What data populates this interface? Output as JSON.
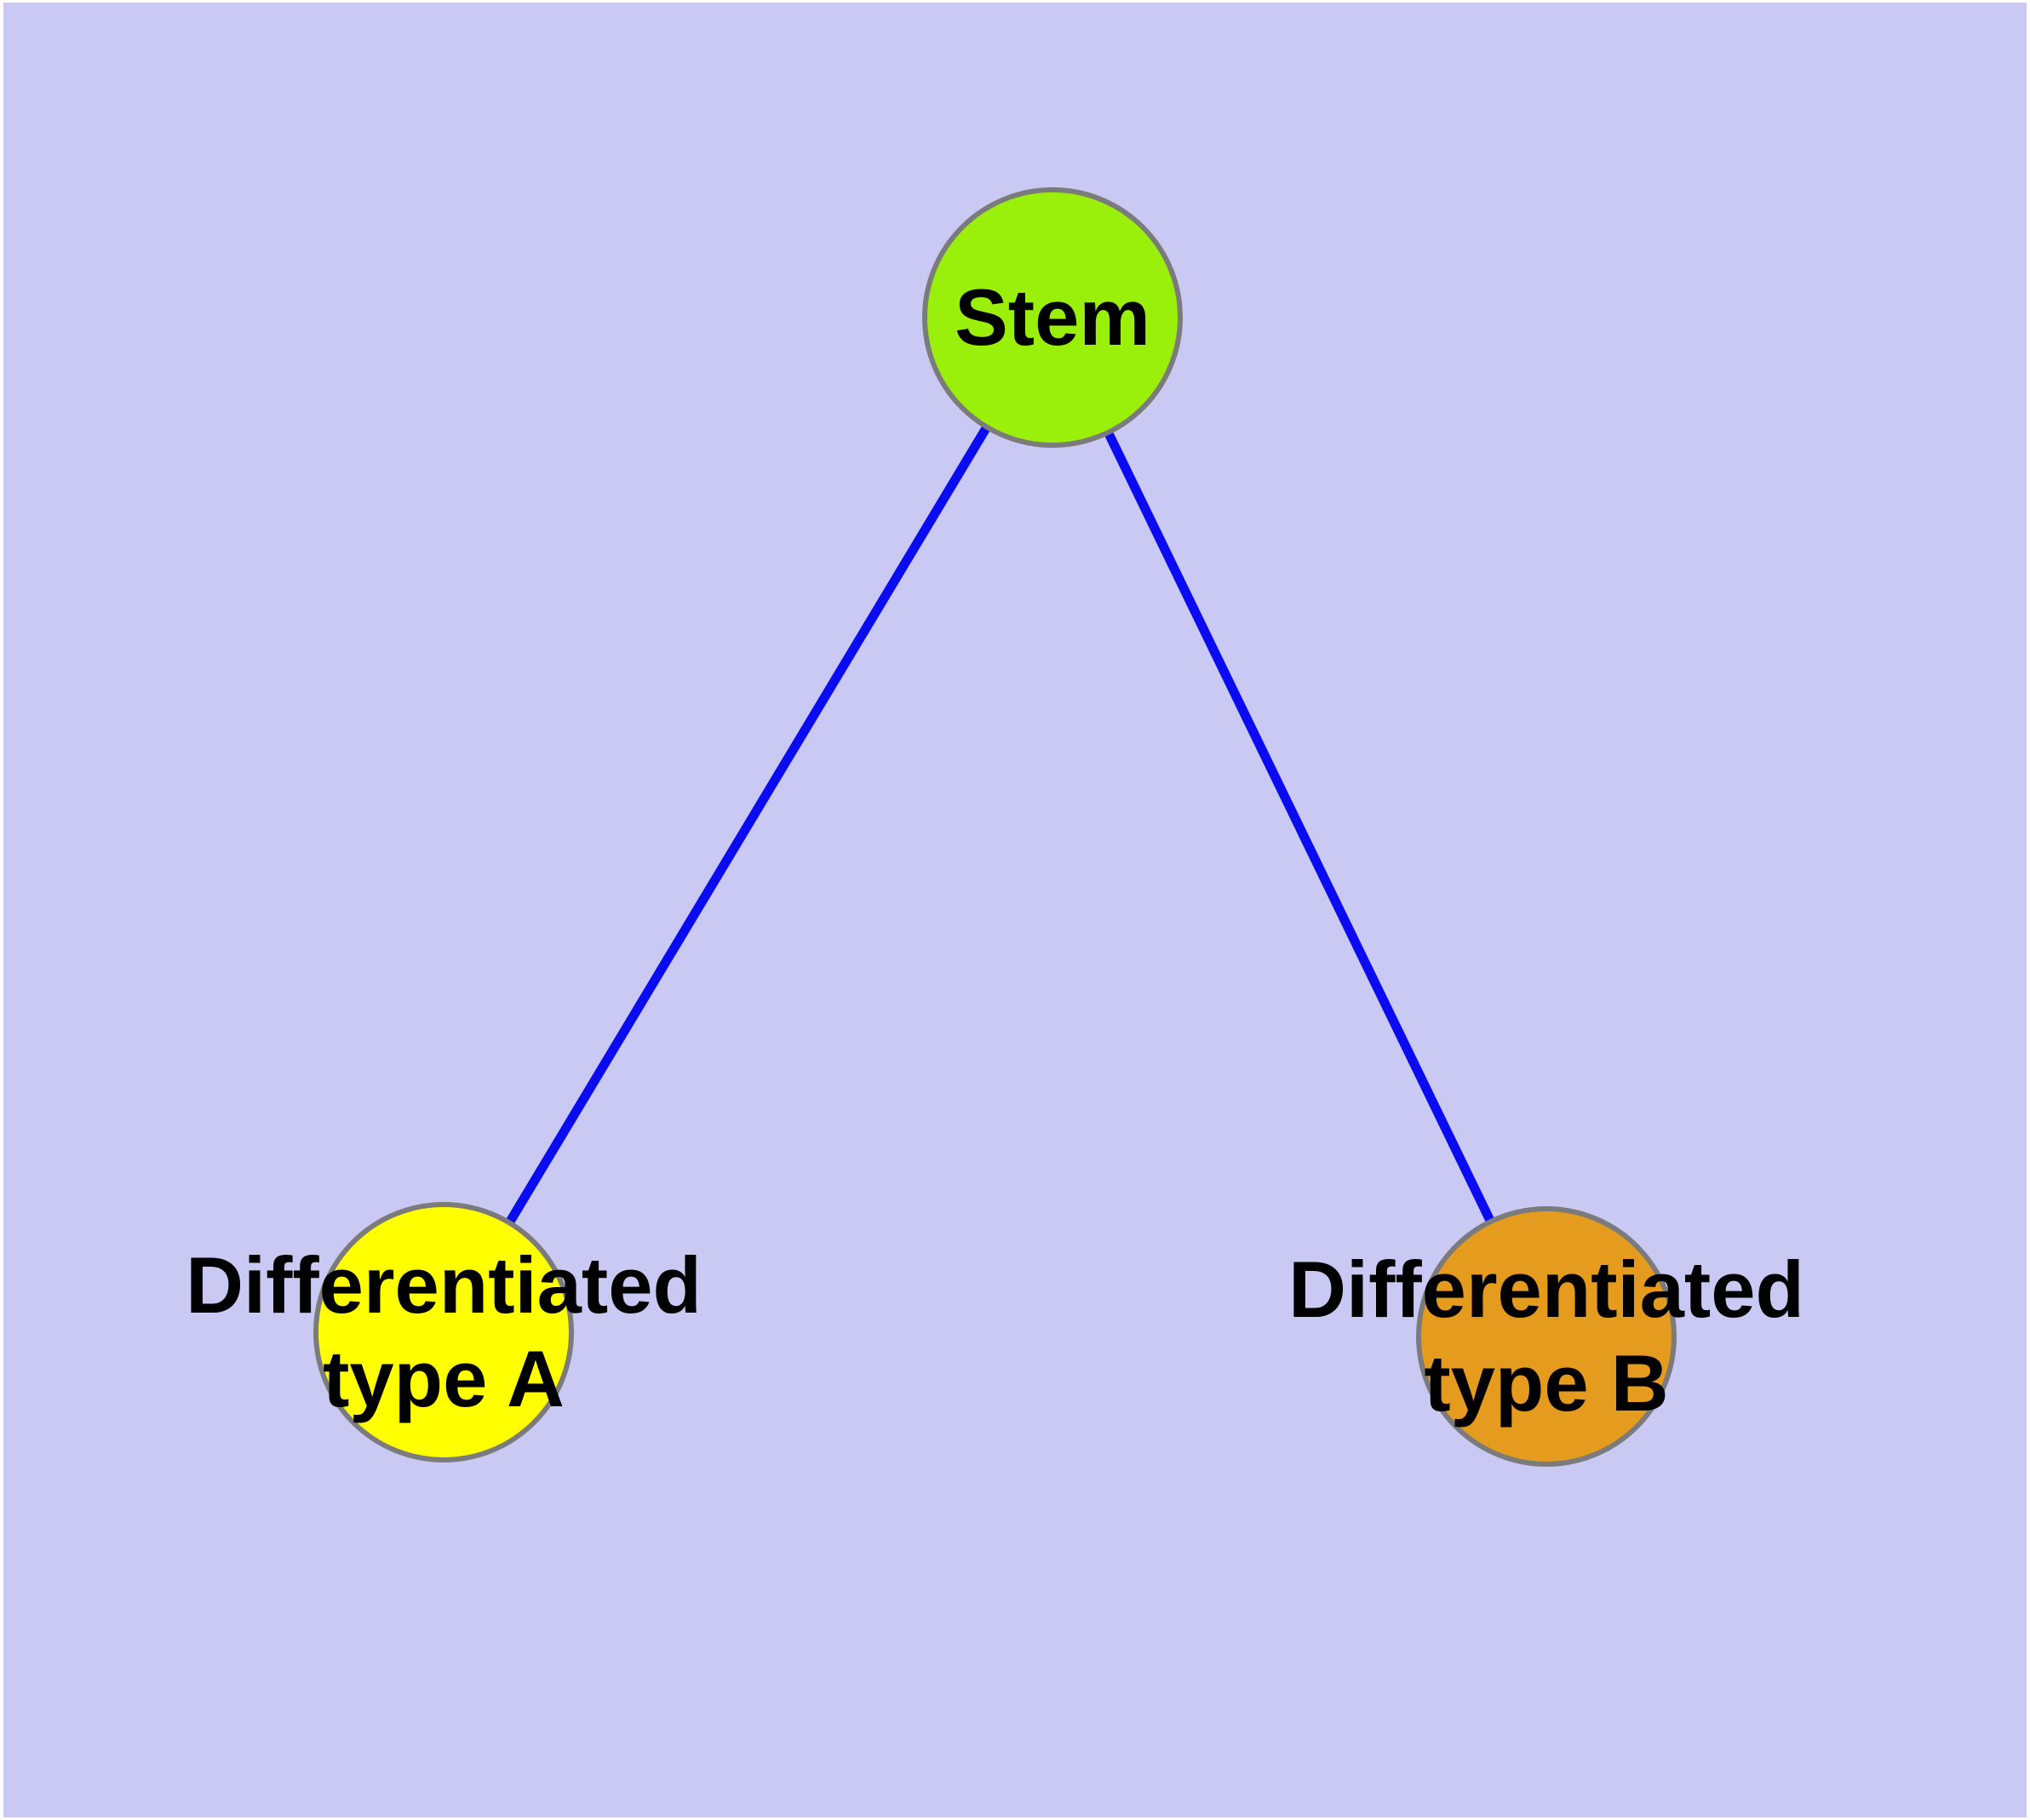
{
  "figure": {
    "description_title": "Stem cell differentiation diagram",
    "type": "node-link-graph"
  },
  "colors": {
    "page_background": "#FFFFFF",
    "canvas_background": "#C9C9F4",
    "edge": "#0B0BF2",
    "node_border": "#7B7B7B",
    "label_text": "#000000",
    "stem_fill": "#9AF00A",
    "type_a_fill": "#FFFF00",
    "type_b_fill": "#E59B1E"
  },
  "nodes": {
    "stem": {
      "label": "Stem",
      "fill": "#9AF00A"
    },
    "type_a": {
      "label_line1": "Differentiated",
      "label_line2": "type A",
      "fill": "#FFFF00"
    },
    "type_b": {
      "label_line1": "Differentiated",
      "label_line2": "type B",
      "fill": "#E59B1E"
    }
  },
  "edges": [
    {
      "from": "Stem",
      "to": "Differentiated type A"
    },
    {
      "from": "Stem",
      "to": "Differentiated type B"
    }
  ]
}
